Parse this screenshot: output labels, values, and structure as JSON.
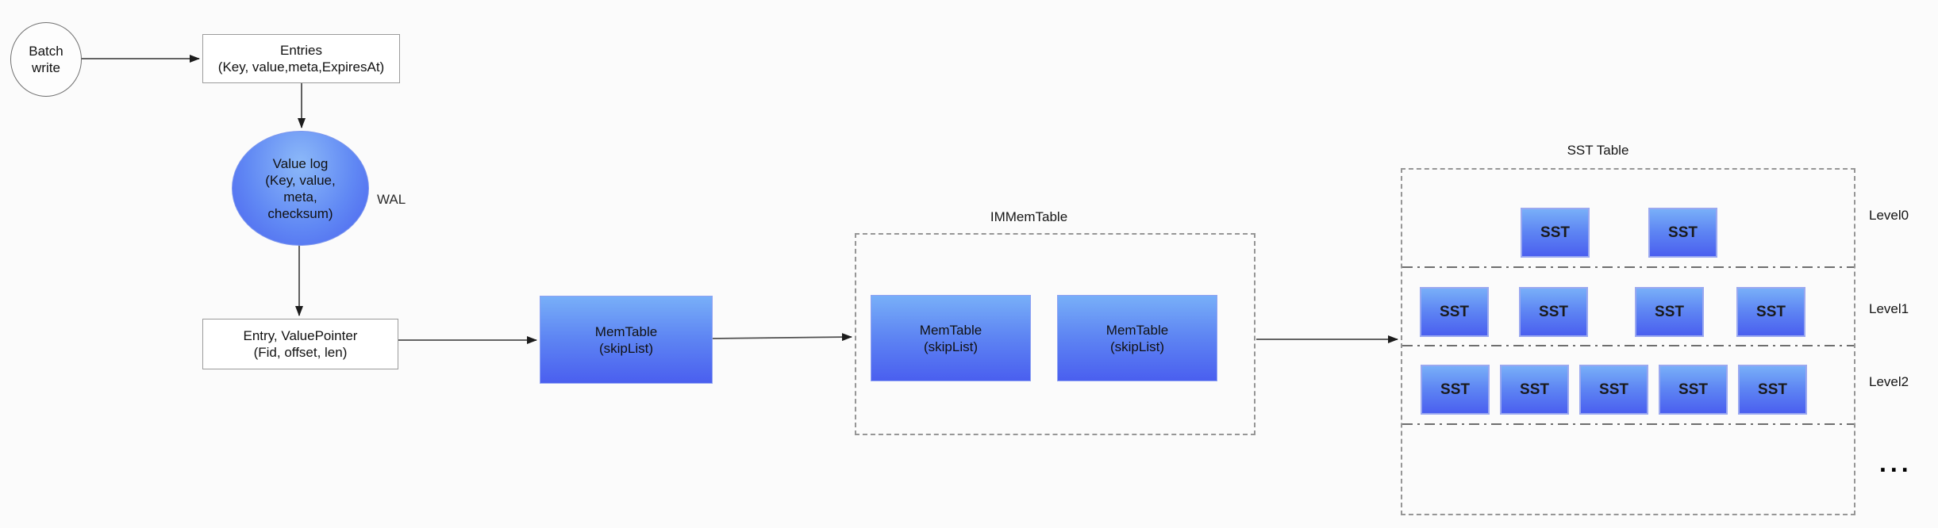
{
  "nodes": {
    "batch_write": {
      "label": "Batch\nwrite"
    },
    "entries": {
      "label": "Entries\n(Key, value,meta,ExpiresAt)"
    },
    "value_log": {
      "label": "Value log\n(Key, value,\nmeta,\nchecksum)"
    },
    "wal_label": "WAL",
    "entry_value_pointer": {
      "label": "Entry, ValuePointer\n(Fid, offset, len)"
    },
    "memtable": {
      "label": "MemTable\n(skipList)"
    }
  },
  "immemtable": {
    "title": "IMMemTable",
    "tables": [
      {
        "label": "MemTable\n(skipList)"
      },
      {
        "label": "MemTable\n(skipList)"
      }
    ]
  },
  "sst_table": {
    "title": "SST Table",
    "box_label": "SST",
    "levels": [
      {
        "label": "Level0",
        "sst_count": 2
      },
      {
        "label": "Level1",
        "sst_count": 4
      },
      {
        "label": "Level2",
        "sst_count": 5
      }
    ],
    "more_indicator": "..."
  },
  "colors": {
    "node_gradient_top": "#78AFF8",
    "node_gradient_bottom": "#4A5FEF",
    "node_border": "#8FA2F2",
    "outline_gray": "#9B9B9B",
    "dashed_border": "#969696",
    "arrow": "#4F4F4F",
    "text": "#111111"
  }
}
